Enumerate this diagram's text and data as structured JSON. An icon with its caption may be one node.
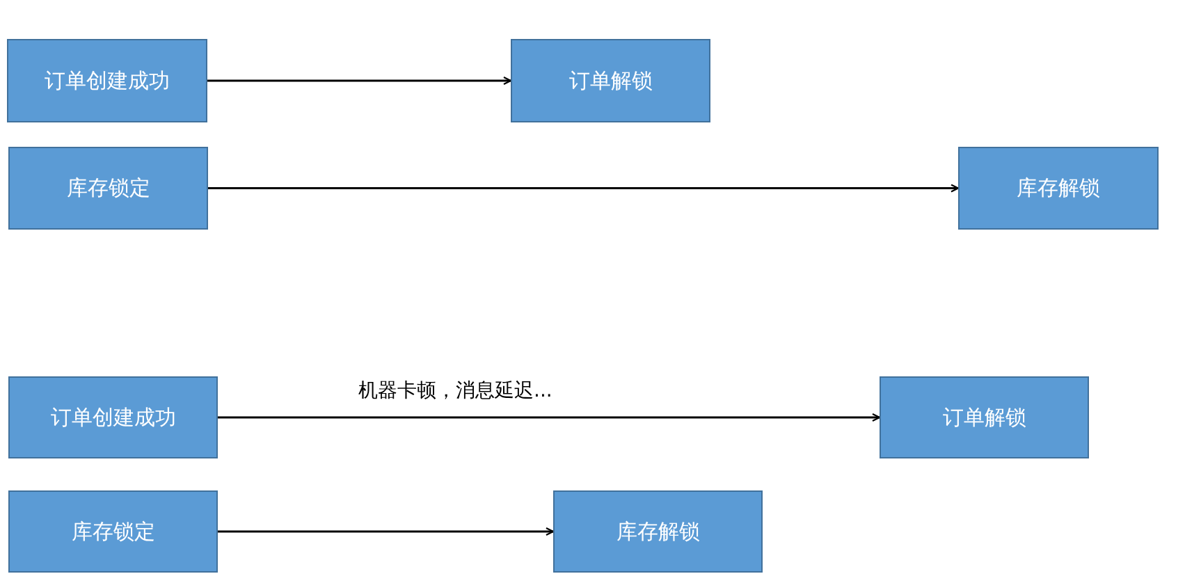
{
  "diagram": {
    "nodes": [
      {
        "text": [
          "订单创建成功"
        ]
      },
      {
        "text": [
          "订单解锁"
        ]
      },
      {
        "text": [
          "库存锁定"
        ]
      },
      {
        "text": [
          "库存解锁"
        ]
      },
      {
        "text": [
          "订单创建成功"
        ]
      },
      {
        "text": [
          "订单解锁"
        ]
      },
      {
        "text": [
          "库存锁定"
        ]
      },
      {
        "text": [
          "库存解锁"
        ]
      }
    ],
    "edges": [
      {
        "from": 0,
        "to": 1,
        "arrow": "to"
      },
      {
        "from": 2,
        "to": 3,
        "arrow": "to"
      },
      {
        "from": 4,
        "to": 5,
        "arrow": "to",
        "label": "机器卡顿，消息延迟..."
      },
      {
        "from": 6,
        "to": 7,
        "arrow": "to"
      }
    ]
  }
}
